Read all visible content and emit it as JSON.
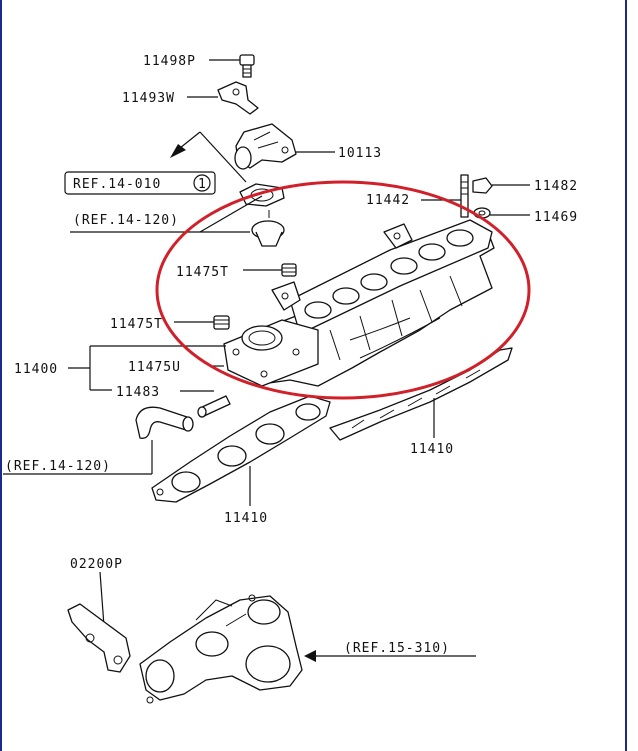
{
  "diagram": {
    "part_labels": {
      "p11498p": "11498P",
      "p11493w": "11493W",
      "p10113": "10113",
      "p11442": "11442",
      "p11482": "11482",
      "p11469": "11469",
      "p11475t_a": "11475T",
      "p11475t_b": "11475T",
      "p11475u": "11475U",
      "p11400": "11400",
      "p11483": "11483",
      "p11410_a": "11410",
      "p11410_b": "11410",
      "p02200p": "02200P"
    },
    "references": {
      "ref_14_010": "REF.14-010",
      "ref_14_010_circle": "1",
      "ref_14_120_a": "(REF.14-120)",
      "ref_14_120_b": "(REF.14-120)",
      "ref_15_310": "(REF.15-310)"
    },
    "highlight_color": "#d0202a",
    "line_color": "#111111"
  }
}
